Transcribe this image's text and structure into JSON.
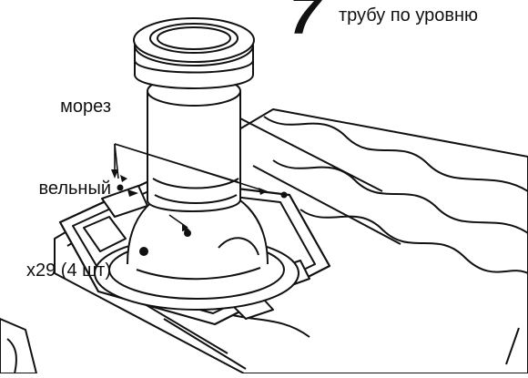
{
  "step": {
    "number": "7",
    "instruction": "трубу по уровню"
  },
  "callout": {
    "lines": [
      "морез",
      "вельный",
      "x29 (4 шт)"
    ]
  },
  "colors": {
    "line": "#111111",
    "fill": "#ffffff",
    "shade": "#e8e8e8"
  }
}
